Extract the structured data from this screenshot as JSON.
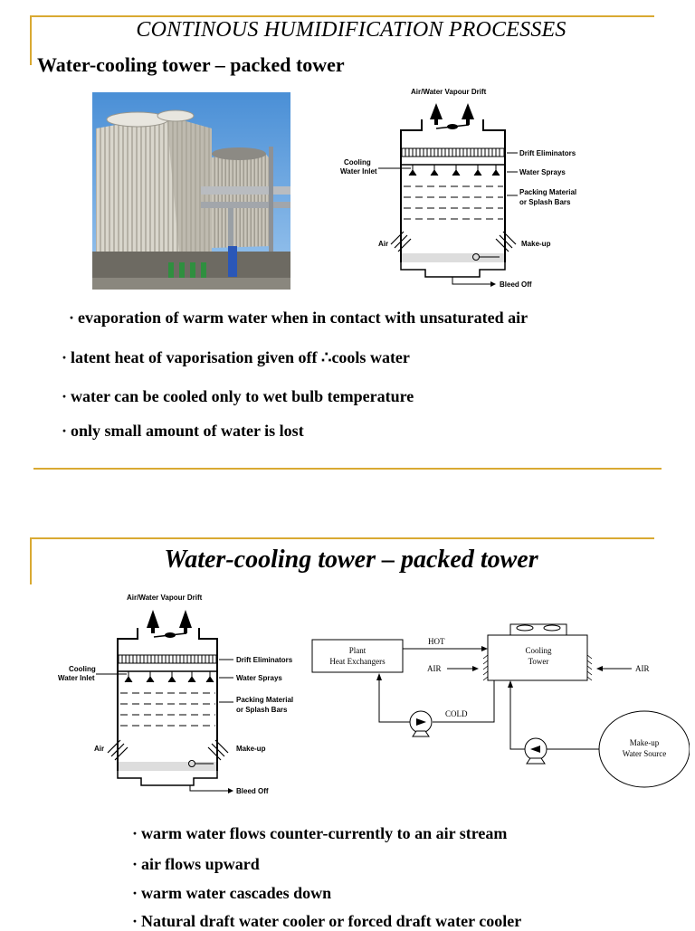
{
  "slide1": {
    "title": "CONTINOUS HUMIDIFICATION PROCESSES",
    "subtitle": "Water-cooling tower – packed tower",
    "bullets": [
      "evaporation of warm water when in contact with unsaturated air",
      "latent heat of vaporisation given off ∴cools water",
      "water can be cooled only to wet bulb temperature",
      "only small amount of water is lost"
    ]
  },
  "tower_diagram": {
    "top_label": "Air/Water Vapour Drift",
    "cooling_water_inlet_line1": "Cooling",
    "cooling_water_inlet_line2": "Water Inlet",
    "drift_eliminators": "Drift Eliminators",
    "water_sprays": "Water Sprays",
    "packing_line1": "Packing Material",
    "packing_line2": "or Splash Bars",
    "air": "Air",
    "make_up": "Make-up",
    "bleed_off": "Bleed Off"
  },
  "slide2": {
    "title": "Water-cooling tower – packed tower",
    "bullets": [
      "warm water flows counter-currently to an air stream",
      "air flows upward",
      "warm water cascades down",
      "Natural draft water cooler or forced draft water cooler"
    ]
  },
  "flow_diagram": {
    "plant_line1": "Plant",
    "plant_line2": "Heat Exchangers",
    "hot": "HOT",
    "air_left": "AIR",
    "cold": "COLD",
    "tower_line1": "Cooling",
    "tower_line2": "Tower",
    "air_right": "AIR",
    "makeup_line1": "Make-up",
    "makeup_line2": "Water Source"
  },
  "colors": {
    "rule": "#d9a932"
  }
}
